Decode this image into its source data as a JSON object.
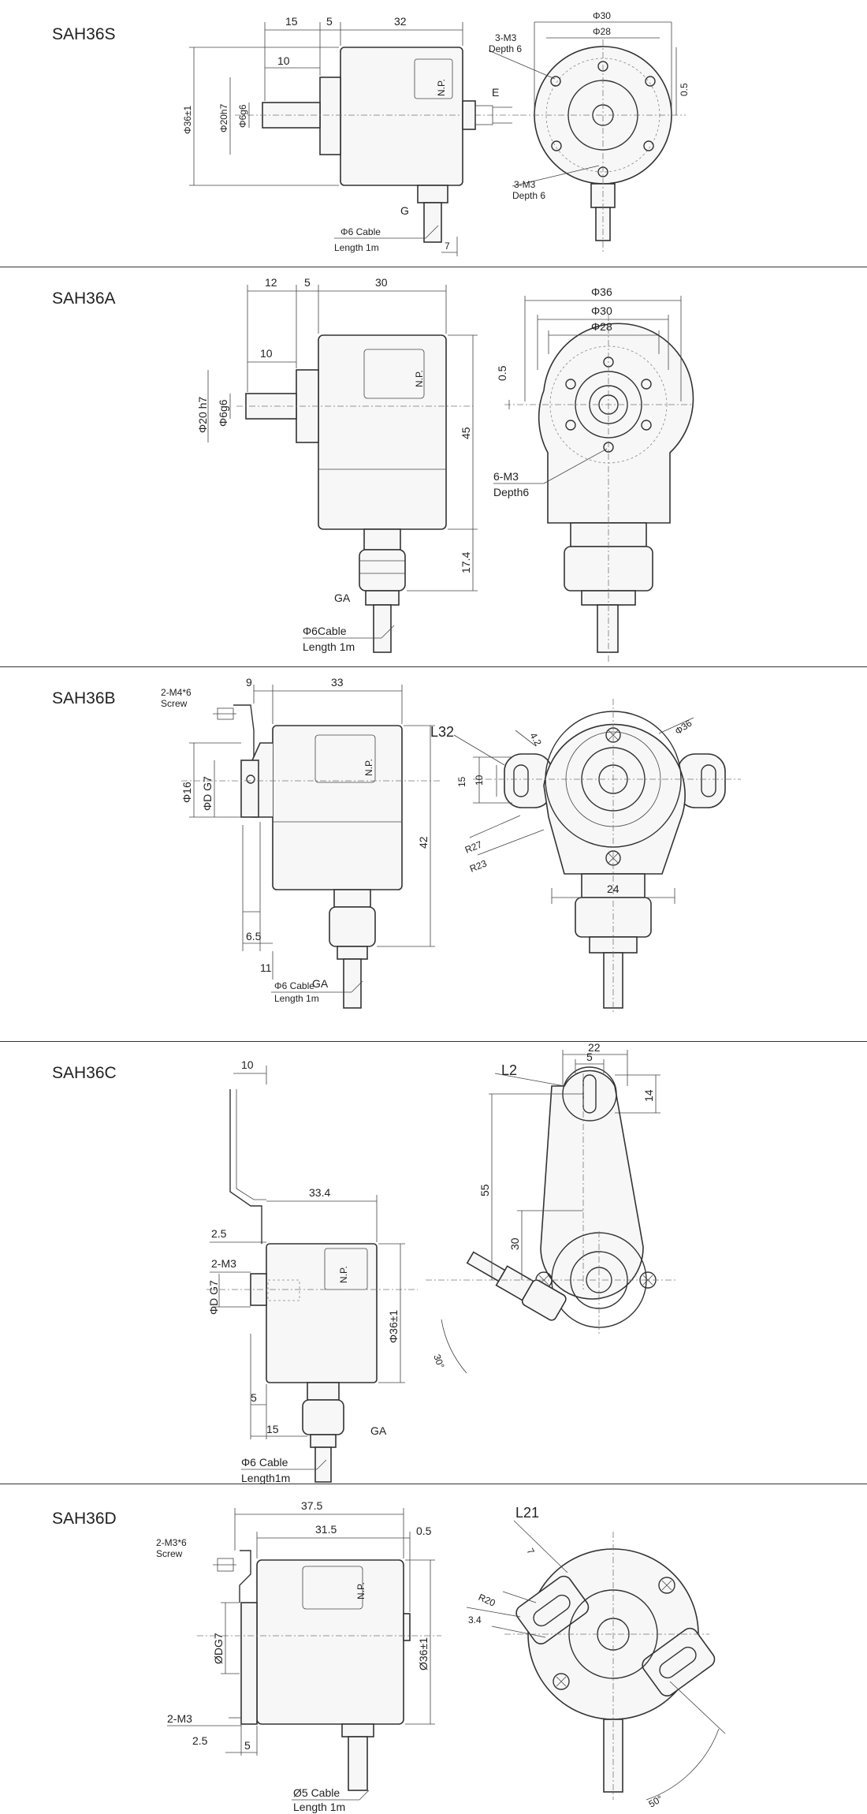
{
  "sections": [
    {
      "id": "SAH36S",
      "title": "SAH36S",
      "side_dims": {
        "d15": "15",
        "d5": "5",
        "d32": "32",
        "d10": "10",
        "dia36": "Φ36±1",
        "dia20": "Φ20h7",
        "dia6": "Φ6g6",
        "d7": "7"
      },
      "front_dims": {
        "dia30": "Φ30",
        "dia28": "Φ28",
        "d05": "0.5"
      },
      "labels": {
        "m3a": "3-M3",
        "depth_a": "Depth 6",
        "m3b": "3-M3",
        "depth_b": "Depth 6",
        "e": "E",
        "g": "G",
        "np": "N.P.",
        "cable": "Φ6 Cable",
        "length": "Length 1m"
      }
    },
    {
      "id": "SAH36A",
      "title": "SAH36A",
      "side_dims": {
        "d12": "12",
        "d5": "5",
        "d30": "30",
        "d10": "10",
        "dia20": "Φ20 h7",
        "dia6": "Φ6g6",
        "d45": "45",
        "d174": "17.4"
      },
      "front_dims": {
        "dia36": "Φ36",
        "dia30": "Φ30",
        "dia28": "Φ28",
        "d05": "0.5"
      },
      "labels": {
        "m3": "6-M3",
        "depth": "Depth6",
        "ga": "GA",
        "np": "N.P.",
        "cable": "Φ6Cable",
        "length": "Length 1m"
      }
    },
    {
      "id": "SAH36B",
      "title": "SAH36B",
      "side_dims": {
        "d9": "9",
        "d33": "33",
        "dia16": "Φ16",
        "diaD": "ΦD G7",
        "d65": "6.5",
        "d11": "11",
        "d42": "42"
      },
      "front_dims": {
        "d42b": "4.2",
        "dia36": "Φ36",
        "d15": "15",
        "d10": "10",
        "r27": "R27",
        "r23": "R23",
        "d24": "24"
      },
      "labels": {
        "screw1": "2-M4*6",
        "screw2": "Screw",
        "l": "L32",
        "ga": "GA",
        "np": "N.P.",
        "cable": "Φ6 Cable",
        "length": "Length 1m"
      }
    },
    {
      "id": "SAH36C",
      "title": "SAH36C",
      "side_dims": {
        "d10": "10",
        "d334": "33.4",
        "d25": "2.5",
        "m3": "2-M3",
        "diaD": "ΦD G7",
        "dia36": "Φ36±1",
        "d5": "5",
        "d15": "15"
      },
      "front_dims": {
        "d22": "22",
        "d5": "5",
        "d14": "14",
        "d55": "55",
        "d30": "30",
        "a30": "30°"
      },
      "labels": {
        "l": "L2",
        "ga": "GA",
        "np": "N.P.",
        "cable": "Φ6 Cable",
        "length": "Length1m"
      }
    },
    {
      "id": "SAH36D",
      "title": "SAH36D",
      "side_dims": {
        "d375": "37.5",
        "d315": "31.5",
        "d05": "0.5",
        "diaDG": "ØDG7",
        "dia36": "Ø36±1",
        "m3": "2-M3",
        "d25": "2.5",
        "d5": "5"
      },
      "front_dims": {
        "d7": "7",
        "r20": "R20",
        "d34": "3.4",
        "a50": "50°"
      },
      "labels": {
        "screw1": "2-M3*6",
        "screw2": "Screw",
        "l": "L21",
        "np": "N.P.",
        "cable": "Ø5 Cable",
        "length": "Length  1m"
      }
    }
  ]
}
